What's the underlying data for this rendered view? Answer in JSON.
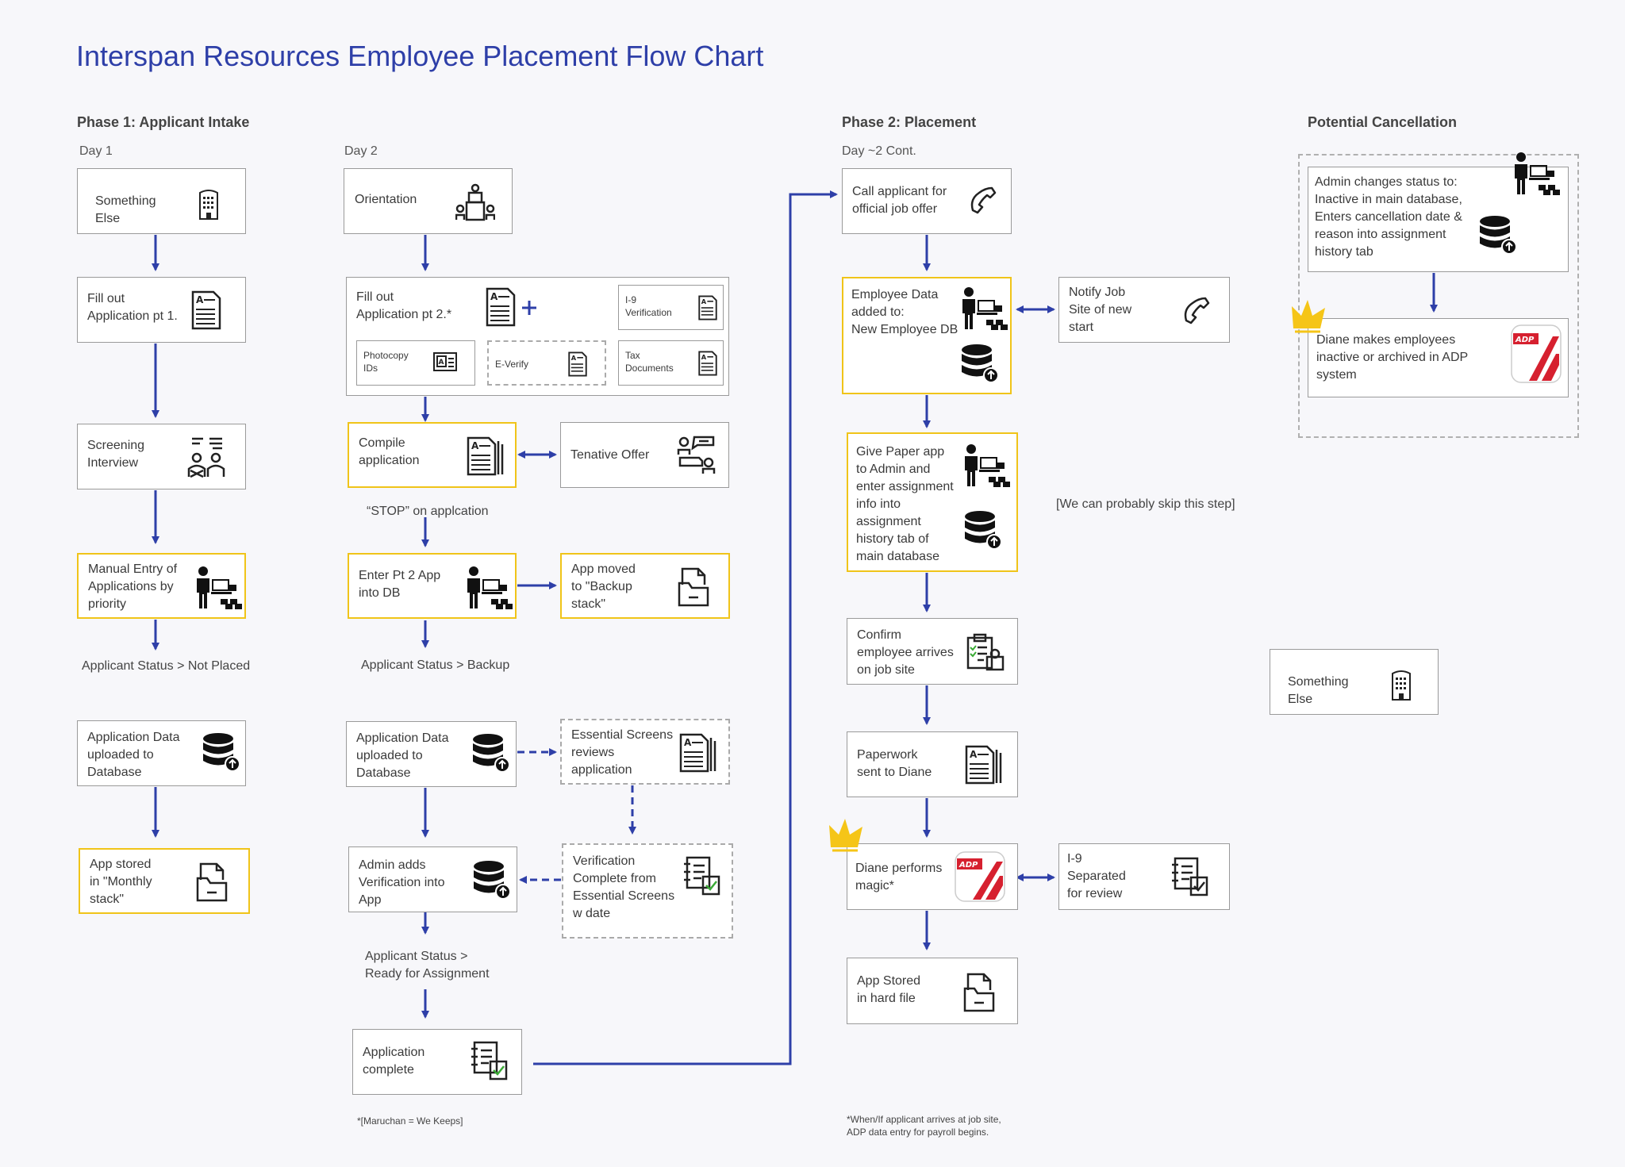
{
  "title": "Interspan Resources Employee Placement Flow Chart",
  "phases": {
    "p1": "Phase 1: Applicant Intake",
    "p2": "Phase 2: Placement",
    "cancel": "Potential Cancellation"
  },
  "days": {
    "d1": "Day 1",
    "d2": "Day 2",
    "d2c": "Day ~2 Cont."
  },
  "nodes": {
    "something_else_1": "Something\nElse",
    "fill_app_1": "Fill out\nApplication pt 1.",
    "screening": "Screening\nInterview",
    "manual_entry": "Manual Entry of\nApplications by\npriority",
    "app_data_db_1": "Application Data\nuploaded to\nDatabase",
    "app_stored_monthly": "App stored\nin \"Monthly\nstack\"",
    "orientation": "Orientation",
    "fill_app_2": "Fill out\nApplication pt 2.*",
    "i9_verification": "I-9\nVerification",
    "photocopy_ids": "Photocopy\nIDs",
    "e_verify": "E-Verify",
    "tax_documents": "Tax\nDocuments",
    "compile_app": "Compile\napplication",
    "tentative_offer": "Tenative Offer",
    "enter_pt2": "Enter Pt 2 App\ninto DB",
    "backup_stack": "App moved\nto \"Backup\nstack\"",
    "app_data_db_2": "Application Data\nuploaded to\nDatabase",
    "essential_screens": "Essential Screens\nreviews\napplication",
    "admin_adds_verification": "Admin adds\nVerification into\nApp",
    "verification_complete": "Verification\nComplete from\nEssential Screens\nw date",
    "application_complete": "Application\ncomplete",
    "call_applicant": "Call applicant for\nofficial job offer",
    "employee_data": "Employee Data\nadded to:\nNew Employee DB",
    "notify_site": "Notify Job\nSite of new\nstart",
    "give_paper": "Give Paper app\nto Admin and\nenter assignment\ninfo into\nassignment\nhistory tab of\nmain database",
    "confirm_arrival": "Confirm\nemployee arrives\non job site",
    "paperwork_diane": "Paperwork\nsent to Diane",
    "diane_magic": "Diane performs\nmagic*",
    "i9_separated": "I-9\nSeparated\nfor review",
    "app_stored_hard": "App Stored\nin hard file",
    "admin_changes_status": "Admin changes status to:\nInactive in main database,\nEnters cancellation date &\nreason into assignment\nhistory tab",
    "diane_inactive": "Diane  makes employees\ninactive  or archived in ADP\nsystem",
    "something_else_2": "Something\nElse"
  },
  "statuses": {
    "not_placed": "Applicant Status > Not Placed",
    "stop": "“STOP” on applcation",
    "backup": "Applicant Status > Backup",
    "ready": "Applicant Status >\nReady for Assignment"
  },
  "notes": {
    "skip": "[We can probably skip this step]",
    "maruchan": "*[Maruchan = We Keeps]",
    "adp_note": "*When/If applicant arrives at job site,\nADP data entry for payroll begins."
  },
  "colors": {
    "title": "#2e3fa8",
    "connector": "#2e3fa8",
    "highlight": "#f0c419",
    "adp_red": "#d6202f",
    "crown": "#f5c518"
  }
}
